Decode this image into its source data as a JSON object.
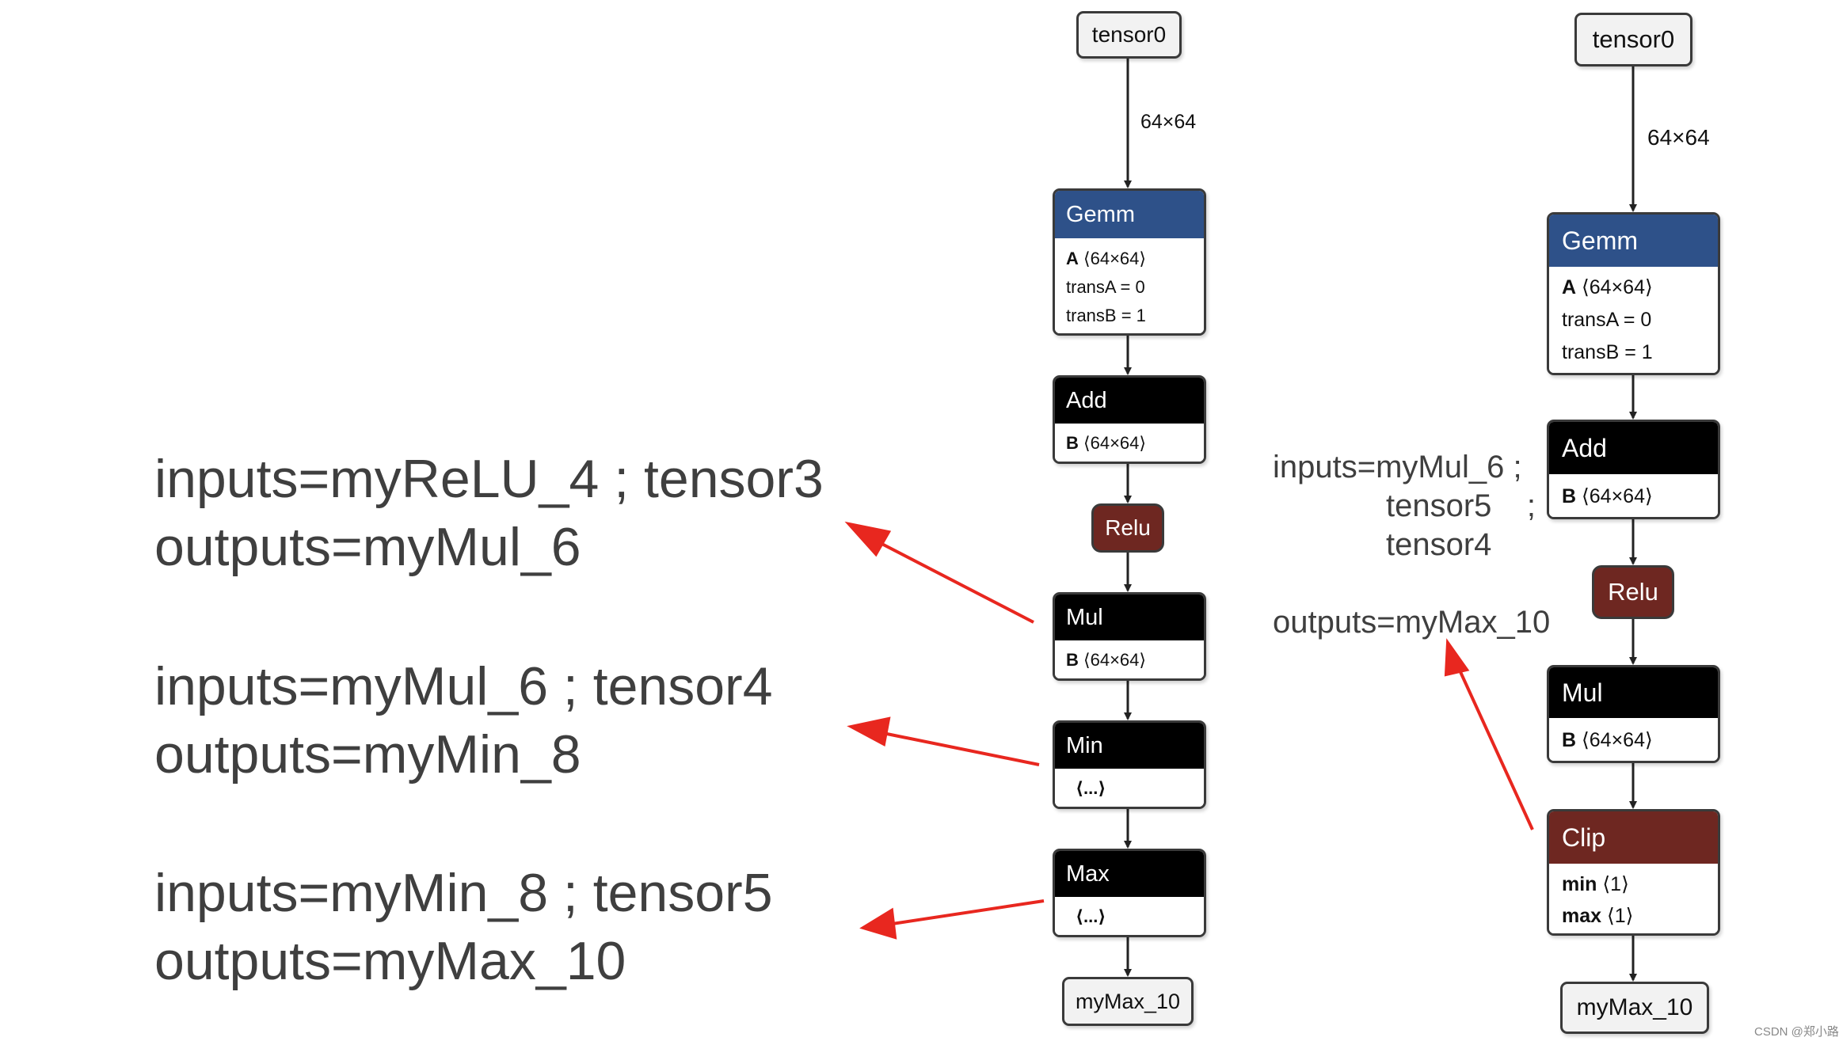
{
  "left_graph": {
    "input": "tensor0",
    "edge_label": "64×64",
    "gemm": {
      "title": "Gemm",
      "attr_a_key": "A",
      "attr_a_val": "⟨64×64⟩",
      "trans_a": "transA = 0",
      "trans_b": "transB = 1"
    },
    "add": {
      "title": "Add",
      "attr_key": "B",
      "attr_val": "⟨64×64⟩"
    },
    "relu": "Relu",
    "mul": {
      "title": "Mul",
      "attr_key": "B",
      "attr_val": "⟨64×64⟩"
    },
    "min": {
      "title": "Min",
      "attr_val": "⟨...⟩"
    },
    "max": {
      "title": "Max",
      "attr_val": "⟨...⟩"
    },
    "output": "myMax_10"
  },
  "right_graph": {
    "input": "tensor0",
    "edge_label": "64×64",
    "gemm": {
      "title": "Gemm",
      "attr_a_key": "A",
      "attr_a_val": "⟨64×64⟩",
      "trans_a": "transA = 0",
      "trans_b": "transB = 1"
    },
    "add": {
      "title": "Add",
      "attr_key": "B",
      "attr_val": "⟨64×64⟩"
    },
    "relu": "Relu",
    "mul": {
      "title": "Mul",
      "attr_key": "B",
      "attr_val": "⟨64×64⟩"
    },
    "clip": {
      "title": "Clip",
      "min_key": "min",
      "min_val": "⟨1⟩",
      "max_key": "max",
      "max_val": "⟨1⟩"
    },
    "output": "myMax_10"
  },
  "annotations": {
    "mul_inputs": "inputs=myReLU_4 ; tensor3",
    "mul_outputs": "outputs=myMul_6",
    "min_inputs": "inputs=myMul_6 ; tensor4",
    "min_outputs": "outputs=myMin_8",
    "max_inputs": "inputs=myMin_8 ; tensor5",
    "max_outputs": "outputs=myMax_10",
    "clip_inputs_1": "inputs=myMul_6 ;",
    "clip_inputs_2": "tensor5    ;",
    "clip_inputs_3": "tensor4",
    "clip_outputs": "outputs=myMax_10"
  },
  "watermark": "CSDN @郑小路",
  "colors": {
    "gemm_header": "#2e5189",
    "op_header": "#000000",
    "activation": "#6e2721",
    "arrow_red": "#e8271f",
    "annotation_text": "#3f3f3f"
  }
}
